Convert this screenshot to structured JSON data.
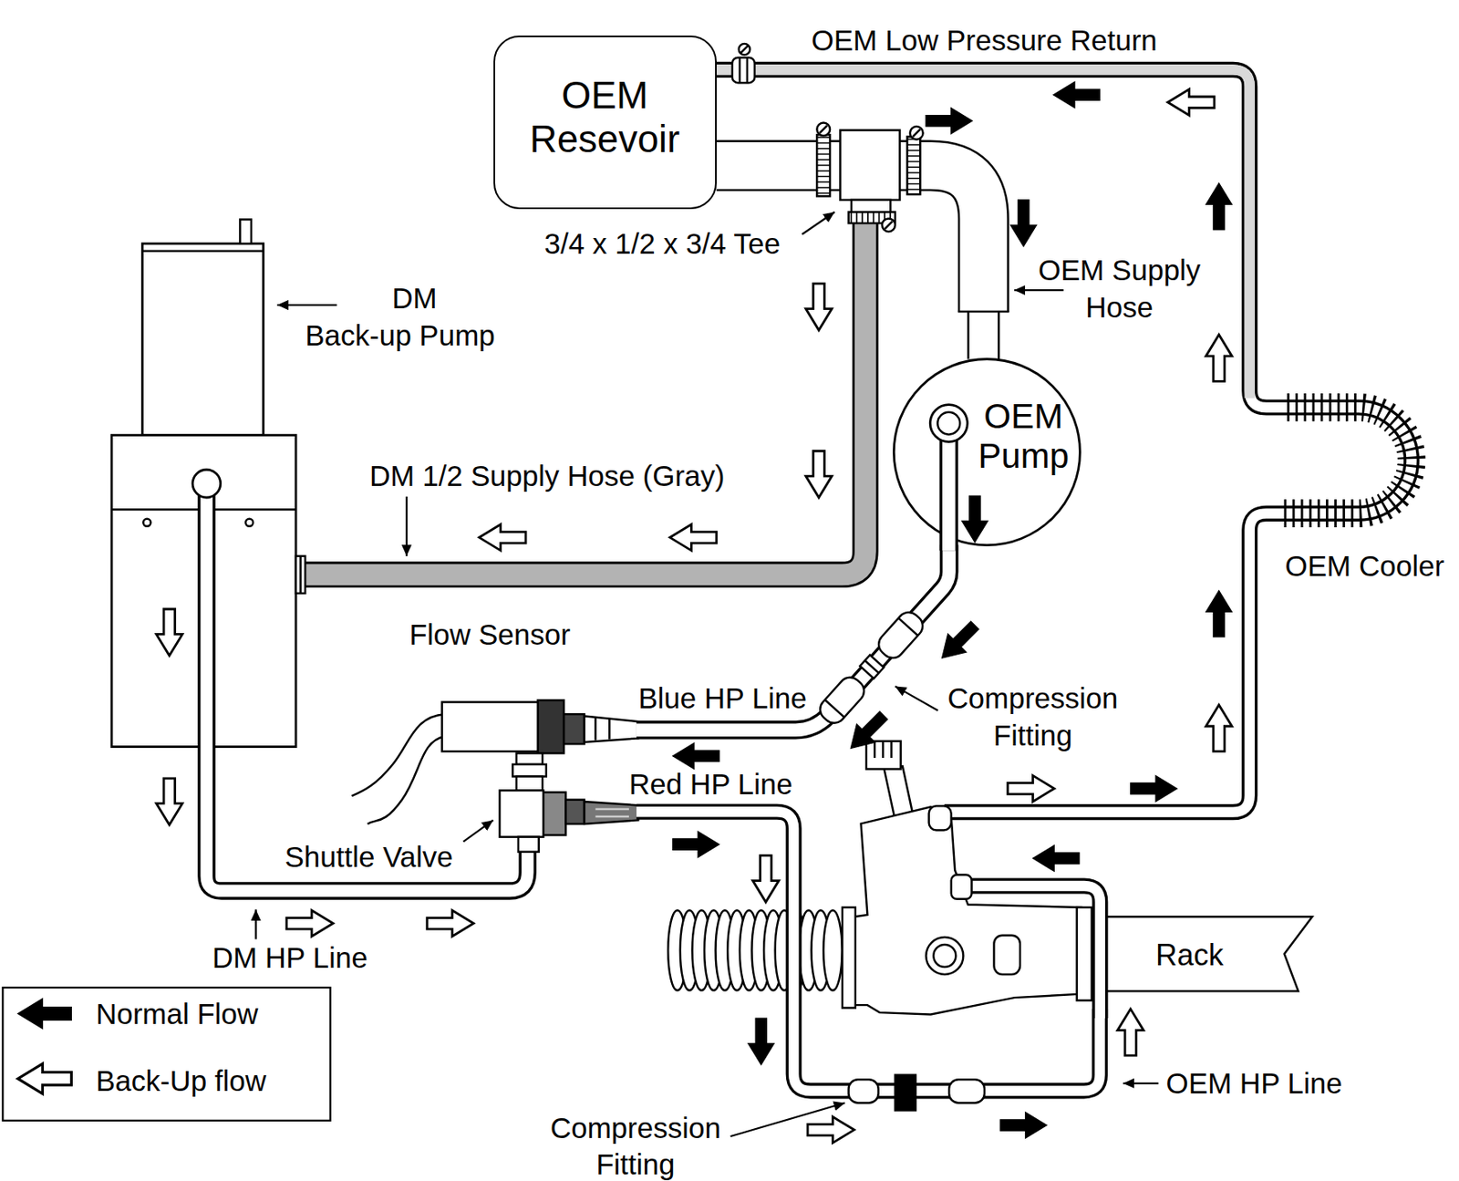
{
  "diagram": {
    "nodes": [
      {
        "text": [
          "OEM Resevoir"
        ]
      },
      {
        "text": [
          "OEM Pump"
        ]
      },
      {
        "text": [
          "Rack"
        ]
      }
    ],
    "edges": [
      {
        "from": 0,
        "to": 1,
        "arrow": "none"
      },
      {
        "from": 2,
        "to": 0,
        "arrow": "none"
      }
    ],
    "labels": [
      "OEM Low Pressure Return",
      "3/4 x 1/2 x 3/4 Tee",
      "DM Back-up Pump",
      "OEM Supply Hose",
      "DM 1/2 Supply Hose (Gray)",
      "Flow Sensor",
      "Blue HP Line",
      "Compression Fitting",
      "Red HP Line",
      "Shuttle Valve",
      "DM HP Line",
      "OEM Cooler",
      "OEM HP Line",
      "Compression Fitting"
    ],
    "legend": [
      {
        "text": "Normal Flow"
      },
      {
        "text": "Back-Up flow"
      }
    ]
  }
}
